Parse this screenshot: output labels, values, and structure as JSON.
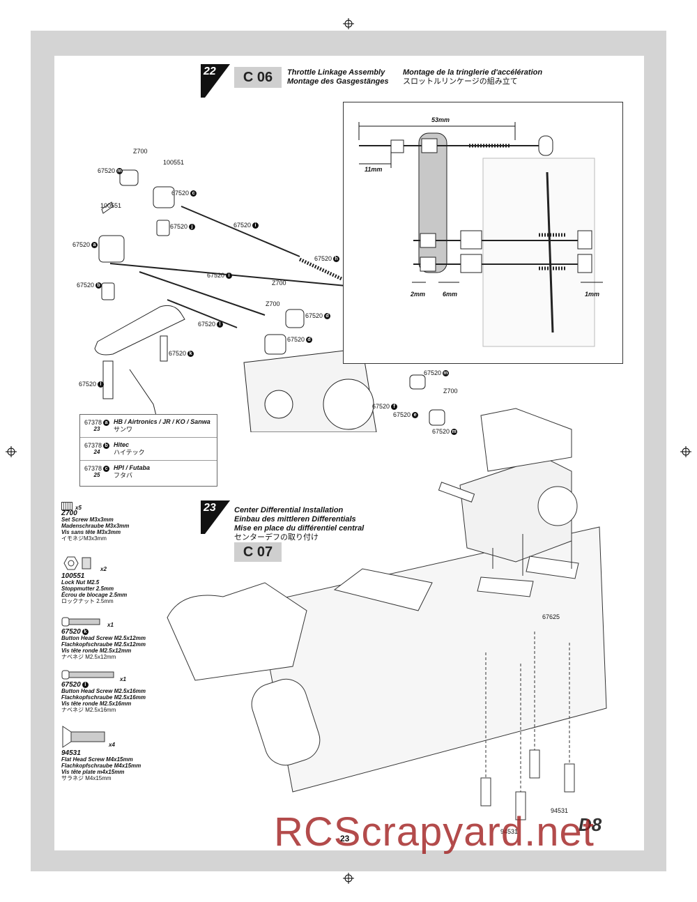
{
  "page": {
    "number": "23",
    "watermark": "RCScrapyard.net",
    "brand": "D8"
  },
  "step22": {
    "number": "22",
    "code": "C 06",
    "title_en": "Throttle Linkage Assembly",
    "title_de": "Montage des Gasgestänges",
    "title_fr": "Montage de la tringlerie d'accélération",
    "title_jp": "スロットルリンケージの組み立て"
  },
  "step23": {
    "number": "23",
    "code": "C 07",
    "title_en": "Center Differential Installation",
    "title_de": "Einbau des mittleren Differentials",
    "title_fr": "Mise en place du différentiel central",
    "title_jp": "センターデフの取り付け"
  },
  "dimensions": {
    "d53": "53mm",
    "d11": "11mm",
    "d2": "2mm",
    "d6": "6mm",
    "d1": "1mm"
  },
  "callouts": {
    "z700": "Z700",
    "n100551": "100551",
    "n67520": "67520",
    "n67625": "67625",
    "n94531": "94531",
    "b_a": "a",
    "b_b": "b",
    "b_c": "c",
    "b_d": "d",
    "b_e": "e",
    "b_f": "f",
    "b_g": "g",
    "b_h": "h",
    "b_i": "i",
    "b_j": "j",
    "b_k": "k",
    "b_l": "l",
    "b_m": "m"
  },
  "servo_table": [
    {
      "code": "67378",
      "badge": "a",
      "sub": "23",
      "brand": "HB / Airtronics / JR / KO / Sanwa",
      "jp": "サンワ"
    },
    {
      "code": "67378",
      "badge": "b",
      "sub": "24",
      "brand": "Hitec",
      "jp": "ハイテック"
    },
    {
      "code": "67378",
      "badge": "c",
      "sub": "25",
      "brand": "HPI / Futaba",
      "jp": "フタバ"
    }
  ],
  "parts": [
    {
      "qty": "x5",
      "pn": "Z700",
      "en": "Set Screw M3x3mm",
      "de": "Madenschraube M3x3mm",
      "fr": "Vis sans tête M3x3mm",
      "jp": "イモネジM3x3mm"
    },
    {
      "qty": "x2",
      "pn": "100551",
      "en": "Lock Nut M2.5",
      "de": "Stoppmutter 2.5mm",
      "fr": "Écrou de blocage 2.5mm",
      "jp": "ロックナット 2.5mm"
    },
    {
      "qty": "x1",
      "pn": "67520",
      "badge": "k",
      "en": "Button Head Screw M2.5x12mm",
      "de": "Flachkopfschraube M2.5x12mm",
      "fr": "Vis tête ronde M2.5x12mm",
      "jp": "ナベネジ M2.5x12mm"
    },
    {
      "qty": "x1",
      "pn": "67520",
      "badge": "l",
      "en": "Button Head Screw M2.5x16mm",
      "de": "Flachkopfschraube M2.5x16mm",
      "fr": "Vis tête ronde M2.5x16mm",
      "jp": "ナベネジ M2.5x16mm"
    },
    {
      "qty": "x4",
      "pn": "94531",
      "en": "Flat Head Screw M4x15mm",
      "de": "Flachkopfschraube M4x15mm",
      "fr": "Vis tête plate m4x15mm",
      "jp": "サラネジ M4x15mm"
    }
  ],
  "colors": {
    "frame": "#d4d4d4",
    "code_box": "#cfcfcf",
    "watermark": "#a01e1e"
  }
}
